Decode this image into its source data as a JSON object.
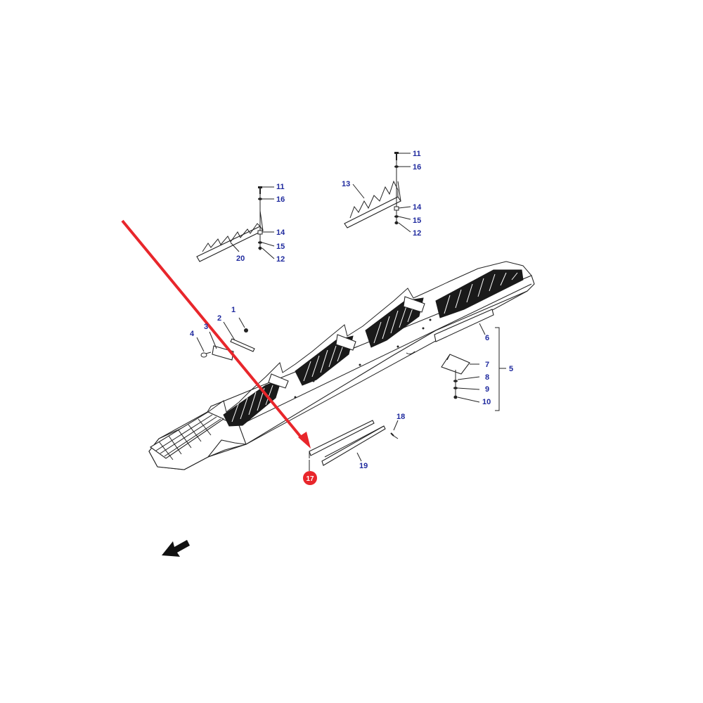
{
  "colors": {
    "label": "#1f2a9e",
    "highlight": "#e8262b",
    "arrow": "#e8262b",
    "line": "#222222"
  },
  "labels": {
    "l1": "1",
    "l2": "2",
    "l3": "3",
    "l4": "4",
    "l5": "5",
    "l6": "6",
    "l7": "7",
    "l8": "8",
    "l9": "9",
    "l10": "10",
    "l11a": "11",
    "l16a": "16",
    "l14a": "14",
    "l15a": "15",
    "l12a": "12",
    "l20": "20",
    "l11b": "11",
    "l16b": "16",
    "l13": "13",
    "l14b": "14",
    "l15b": "15",
    "l12b": "12",
    "l18": "18",
    "l19": "19",
    "l17": "17"
  },
  "highlighted_part": "17",
  "icons": {
    "pointer": "red-pointer-arrow-icon",
    "orientation": "direction-arrow-icon"
  }
}
